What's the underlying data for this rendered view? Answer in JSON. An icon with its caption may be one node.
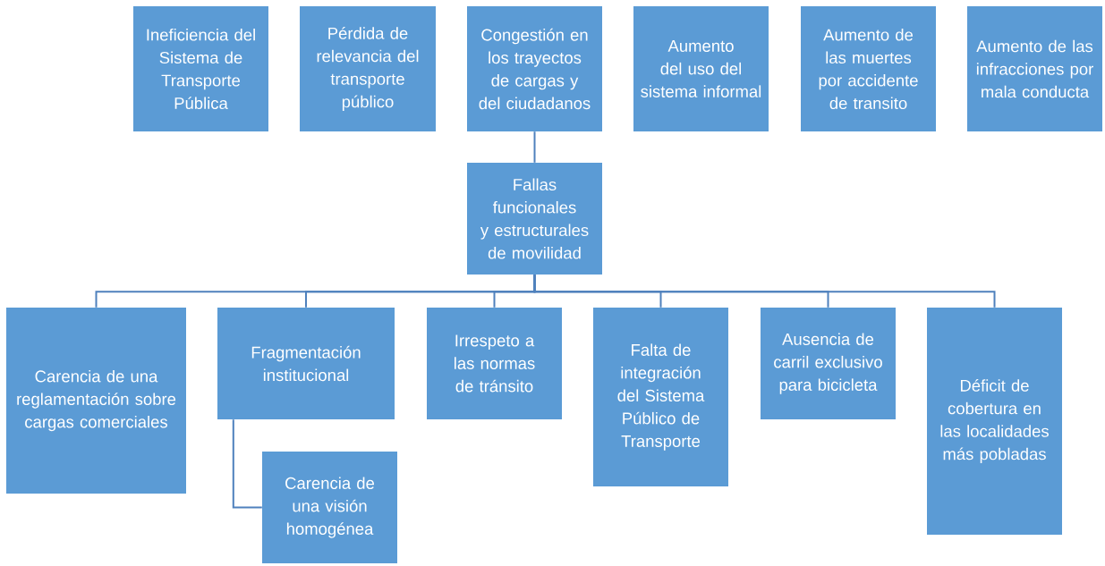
{
  "diagram": {
    "nodes": [
      {
        "text": [
          "Ineficiencia del Sistema de Transporte Pública"
        ]
      },
      {
        "text": [
          "Pérdida de relevancia del transporte público"
        ]
      },
      {
        "text": [
          "Congestión en los trayectos de cargas y del ciudadanos"
        ]
      },
      {
        "text": [
          "Aumento del uso del sistema informal"
        ]
      },
      {
        "text": [
          "Aumento de las muertes por accidente de transito"
        ]
      },
      {
        "text": [
          "Aumento de las infracciones por mala conducta"
        ]
      },
      {
        "text": [
          "Fallas funcionales y estructurales de movilidad"
        ]
      },
      {
        "text": [
          "Carencia de una reglamentación sobre cargas comerciales"
        ]
      },
      {
        "text": [
          "Fragmentación institucional"
        ]
      },
      {
        "text": [
          "Irrespeto a las normas de tránsito"
        ]
      },
      {
        "text": [
          "Falta de integración del Sistema Público de Transporte"
        ]
      },
      {
        "text": [
          "Ausencia de carril exclusivo para bicicleta"
        ]
      },
      {
        "text": [
          "Déficit de cobertura en las localidades más pobladas"
        ]
      },
      {
        "text": [
          "Carencia de una visión homogénea"
        ]
      }
    ],
    "edges": [
      {
        "from": 2,
        "to": 6,
        "arrow": "none"
      },
      {
        "from": 6,
        "to": 7,
        "arrow": "none"
      },
      {
        "from": 6,
        "to": 8,
        "arrow": "none"
      },
      {
        "from": 6,
        "to": 9,
        "arrow": "none"
      },
      {
        "from": 6,
        "to": 10,
        "arrow": "none"
      },
      {
        "from": 6,
        "to": 11,
        "arrow": "none"
      },
      {
        "from": 6,
        "to": 12,
        "arrow": "none"
      },
      {
        "from": 8,
        "to": 13,
        "arrow": "none"
      }
    ]
  }
}
